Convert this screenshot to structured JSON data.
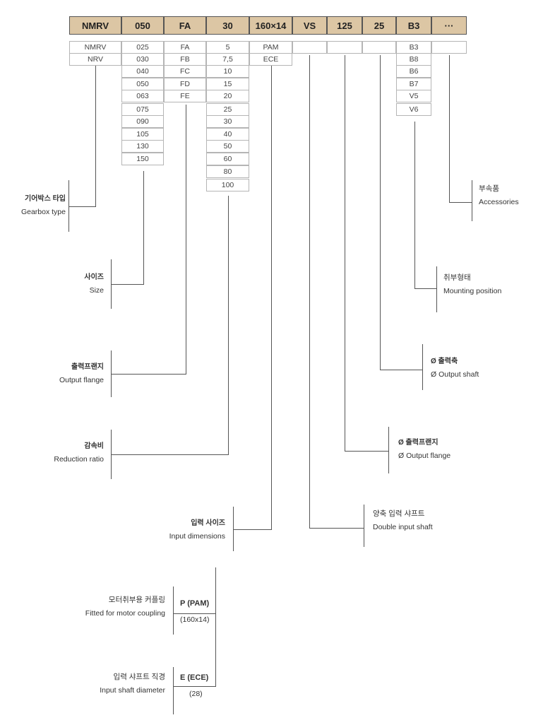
{
  "header": [
    "NMRV",
    "050",
    "FA",
    "30",
    "160×14",
    "VS",
    "125",
    "25",
    "B3",
    "···"
  ],
  "options": {
    "type": [
      "NMRV",
      "NRV"
    ],
    "size": [
      "025",
      "030",
      "040",
      "050",
      "063",
      "075",
      "090",
      "105",
      "130",
      "150"
    ],
    "flange": [
      "FA",
      "FB",
      "FC",
      "FD",
      "FE"
    ],
    "ratio": [
      "5",
      "7,5",
      "10",
      "15",
      "20",
      "25",
      "30",
      "40",
      "50",
      "60",
      "80",
      "100"
    ],
    "input": [
      "PAM",
      "ECE"
    ],
    "mounting": [
      "B3",
      "B8",
      "B6",
      "B7",
      "V5",
      "V6"
    ]
  },
  "labels": {
    "gearbox_ko": "기어박스 타입",
    "gearbox_en": "Gearbox type",
    "size_ko": "사이즈",
    "size_en": "Size",
    "flange_ko": "출력프랜지",
    "flange_en": "Output flange",
    "ratio_ko": "감속비",
    "ratio_en": "Reduction ratio",
    "input_ko": "입력 사이즈",
    "input_en": "Input dimensions",
    "double_ko": "양축 입력 샤프트",
    "double_en": "Double input shaft",
    "oflange_ko": "Ø 출력프랜지",
    "oflange_en": "Ø Output flange",
    "oshaft_ko": "Ø 출력축",
    "oshaft_en": "Ø Output shaft",
    "mount_ko": "취부형태",
    "mount_en": "Mounting position",
    "acc_ko": "부속품",
    "acc_en": "Accessories",
    "motor_ko": "모터취부용 커플링",
    "motor_en": "Fitted for motor coupling",
    "pam_code": "P (PAM)",
    "pam_dim": "(160x14)",
    "ishaft_ko": "입력 샤프트 직경",
    "ishaft_en": "Input shaft diameter",
    "ece_code": "E (ECE)",
    "ece_dim": "(28)"
  }
}
